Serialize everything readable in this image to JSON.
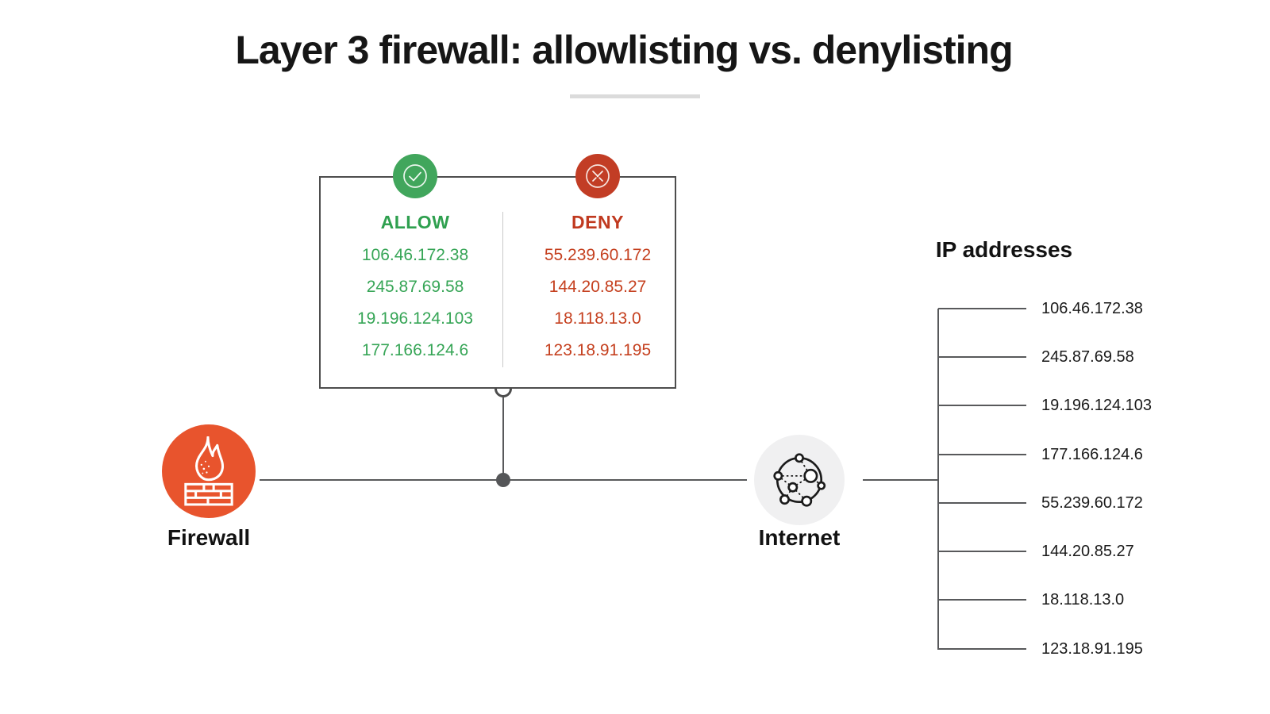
{
  "title": "Layer 3 firewall: allowlisting vs. denylisting",
  "panel": {
    "allow": {
      "label": "ALLOW",
      "ips": [
        "106.46.172.38",
        "245.87.69.58",
        "19.196.124.103",
        "177.166.124.6"
      ]
    },
    "deny": {
      "label": "DENY",
      "ips": [
        "55.239.60.172",
        "144.20.85.27",
        "18.118.13.0",
        "123.18.91.195"
      ]
    }
  },
  "nodes": {
    "firewall_label": "Firewall",
    "internet_label": "Internet"
  },
  "ip_list": {
    "heading": "IP addresses",
    "items": [
      "106.46.172.38",
      "245.87.69.58",
      "19.196.124.103",
      "177.166.124.6",
      "55.239.60.172",
      "144.20.85.27",
      "18.118.13.0",
      "123.18.91.195"
    ]
  },
  "icons": {
    "allow_badge": "check-circle",
    "deny_badge": "cross-circle",
    "firewall": "flame-brick-wall",
    "internet": "network-globe"
  },
  "colors": {
    "allow_green": "#36A556",
    "allow_badge_green": "#41A65C",
    "deny_red": "#C23D25",
    "firewall_orange": "#E8542D",
    "internet_gray": "#F0F0F1",
    "line_gray": "#58595B",
    "rule_gray": "#DBDBDB",
    "text_black": "#161616"
  }
}
